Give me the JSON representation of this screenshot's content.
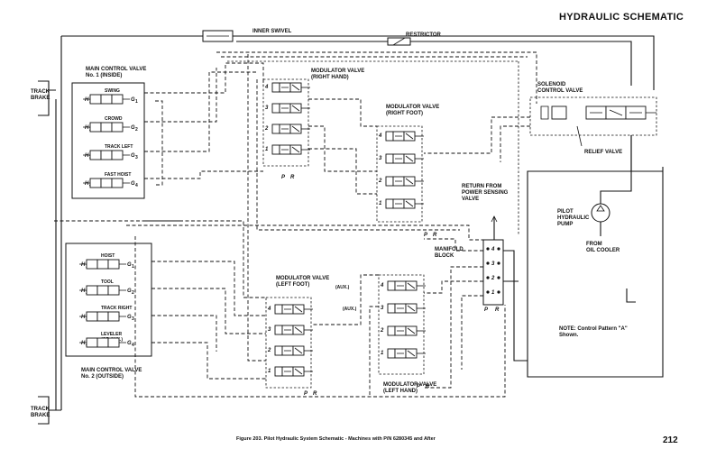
{
  "header": {
    "title": "HYDRAULIC SCHEMATIC"
  },
  "labels": {
    "inner_swivel": "INNER SWIVEL",
    "restrictor": "RESTRICTOR",
    "track_brake_top": "TRACK\nBRAKE",
    "track_brake_bottom": "TRACK\nBRAKE",
    "mcv1": "MAIN CONTROL VALVE\nNo. 1 (INSIDE)",
    "mcv2": "MAIN CONTROL VALVE\nNo. 2 (OUTSIDE)",
    "mod_right_hand": "MODULATOR VALVE\n(RIGHT HAND)",
    "mod_right_foot": "MODULATOR VALVE\n(RIGHT FOOT)",
    "mod_left_foot": "MODULATOR VALVE\n(LEFT FOOT)",
    "mod_left_hand": "MODULATOR VALVE\n(LEFT HAND)",
    "solenoid": "SOLENOID\nCONTROL VALVE",
    "relief": "RELIEF VALVE",
    "return_power": "RETURN FROM\nPOWER SENSING\nVALVE",
    "manifold": "MANIFOLD\nBLOCK",
    "pilot_pump": "PILOT\nHYDRAULIC\nPUMP",
    "oil_cooler": "FROM\nOIL COOLER",
    "note": "NOTE: Control Pattern \"A\"\nShown.",
    "aux": "(AUX.)"
  },
  "mcv1_spools": [
    {
      "name": "SWING",
      "left": "H1",
      "right": "G1"
    },
    {
      "name": "CROWD",
      "left": "H2",
      "right": "G2"
    },
    {
      "name": "TRACK LEFT",
      "left": "H3",
      "right": "G3"
    },
    {
      "name": "FAST HOIST",
      "left": "H4",
      "right": "G4"
    }
  ],
  "mcv2_spools": [
    {
      "name": "HOIST",
      "left": "H1",
      "right": "G1"
    },
    {
      "name": "TOOL",
      "left": "H2",
      "right": "G2"
    },
    {
      "name": "TRACK RIGHT",
      "left": "H3",
      "right": "G3"
    },
    {
      "name": "LEVELER\n(OR AUX.)",
      "left": "H4",
      "right": "G4"
    }
  ],
  "ports": {
    "p": "P",
    "r": "R",
    "n1": "1",
    "n2": "2",
    "n3": "3",
    "n4": "4"
  },
  "footer": {
    "caption": "Figure 203. Pilot Hydraulic System Schematic - Machines with P/N 6280345 and After",
    "page_number": "212"
  }
}
